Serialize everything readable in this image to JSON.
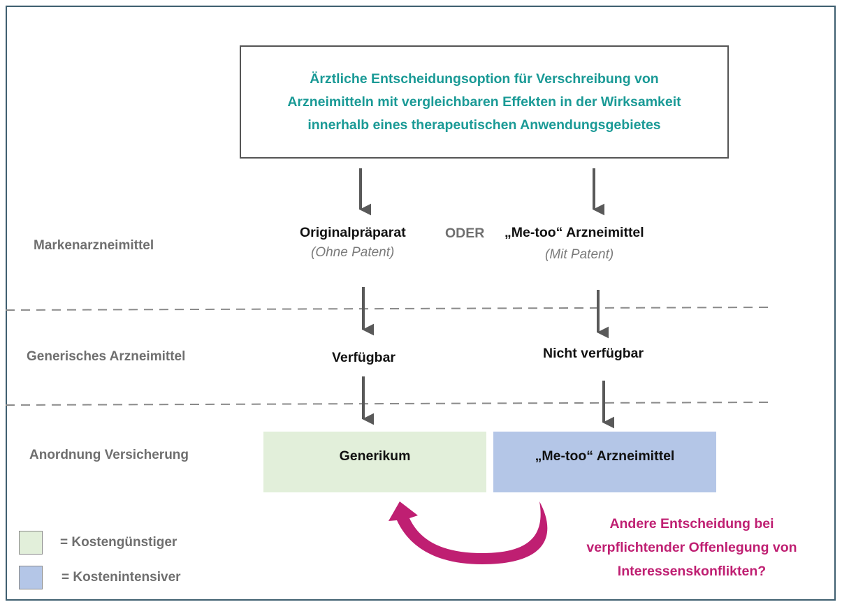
{
  "top_box": {
    "lines": [
      "Ärztliche Entscheidungsoption für Verschreibung von",
      "Arzneimitteln mit vergleichbaren Effekten in der Wirksamkeit",
      "innerhalb eines therapeutischen Anwendungsgebietes"
    ]
  },
  "rows": {
    "brand": "Markenarzneimittel",
    "generic": "Generisches Arzneimittel",
    "insurance": "Anordnung Versicherung"
  },
  "left_branch": {
    "title": "Originalpräparat",
    "subtitle": "(Ohne Patent)",
    "availability": "Verfügbar",
    "result": "Generikum"
  },
  "or_label": "ODER",
  "right_branch": {
    "title": "„Me-too“ Arzneimittel",
    "subtitle": "(Mit Patent)",
    "availability": "Nicht verfügbar",
    "result": "„Me-too“ Arzneimittel"
  },
  "legend": [
    {
      "label": "= Kostengünstiger",
      "color": "#e2efda"
    },
    {
      "label": "= Kostenintensiver",
      "color": "#b4c6e7"
    }
  ],
  "question": {
    "lines": [
      "Andere Entscheidung bei",
      "verpflichtender Offenlegung von",
      "Interessenskonflikten?"
    ]
  },
  "colors": {
    "title_teal": "#1a9a96",
    "question_magenta": "#bf1f72",
    "cheap_green": "#e2efda",
    "expensive_blue": "#b4c6e7",
    "arrow_gray": "#595959"
  }
}
